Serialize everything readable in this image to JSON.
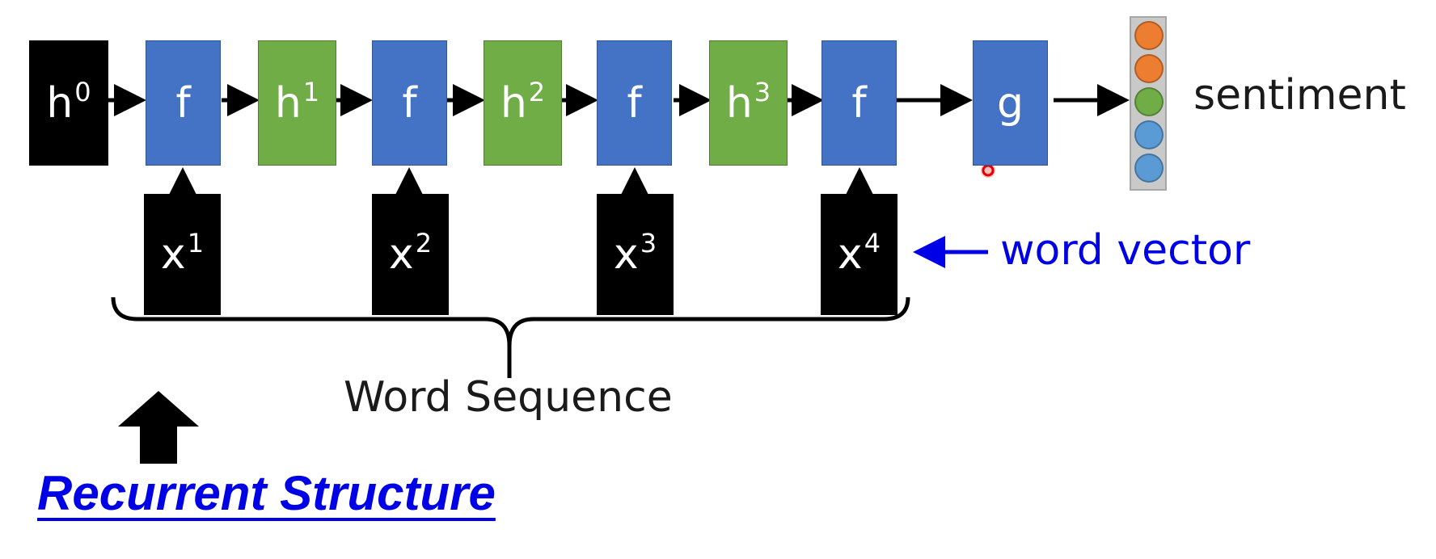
{
  "nodes": {
    "h0": {
      "base": "h",
      "sup": "0"
    },
    "f1": {
      "label": "f"
    },
    "h1": {
      "base": "h",
      "sup": "1"
    },
    "f2": {
      "label": "f"
    },
    "h2": {
      "base": "h",
      "sup": "2"
    },
    "f3": {
      "label": "f"
    },
    "h3": {
      "base": "h",
      "sup": "3"
    },
    "f4": {
      "label": "f"
    },
    "g": {
      "label": "g"
    }
  },
  "inputs": {
    "x1": {
      "base": "x",
      "sup": "1"
    },
    "x2": {
      "base": "x",
      "sup": "2"
    },
    "x3": {
      "base": "x",
      "sup": "3"
    },
    "x4": {
      "base": "x",
      "sup": "4"
    }
  },
  "output_vector": {
    "label": "sentiment",
    "dots": [
      "#ed7d31",
      "#ed7d31",
      "#70ad47",
      "#5b9bd5",
      "#5b9bd5"
    ]
  },
  "word_vector_label": "word vector",
  "word_sequence_label": "Word Sequence",
  "recurrent_label": "Recurrent Structure",
  "colors": {
    "f_box": "#4472c4",
    "h_box": "#70ad47",
    "input_box": "#000000",
    "accent_text": "#0000e6"
  }
}
